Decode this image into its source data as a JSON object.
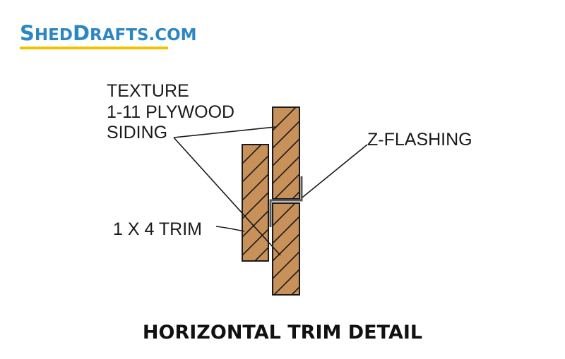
{
  "brand": {
    "part1_cap": "S",
    "part1_rest": "HED",
    "part2_cap": "D",
    "part2_rest": "RAFTS",
    "part3": ".COM",
    "color": "#2d86c4",
    "underline_color": "#f2c200"
  },
  "labels": {
    "siding_line1": "TEXTURE",
    "siding_line2": "1-11 PLYWOOD",
    "siding_line3": "SIDING",
    "flashing": "Z-FLASHING",
    "trim": "1 X 4 TRIM"
  },
  "title": "HORIZONTAL TRIM DETAIL",
  "colors": {
    "wood": "#c9915a",
    "line": "#1a1a1a",
    "flashing": "#5a5a5a"
  }
}
